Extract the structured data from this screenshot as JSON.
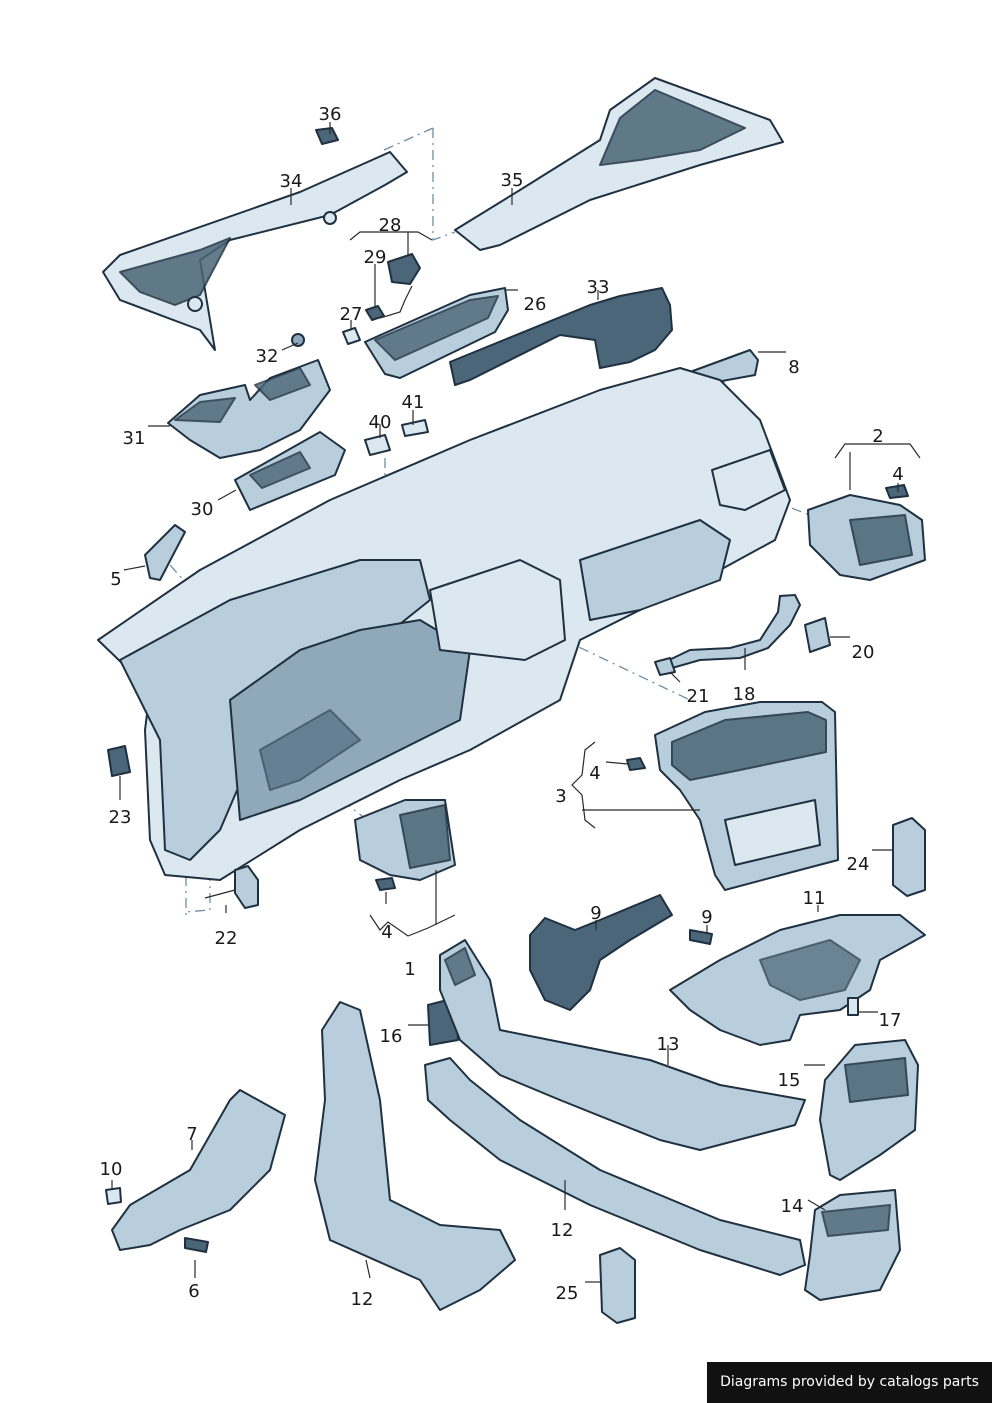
{
  "diagram": {
    "callouts": [
      "1",
      "2",
      "3",
      "4",
      "4",
      "4",
      "5",
      "6",
      "7",
      "8",
      "9",
      "9",
      "10",
      "11",
      "12",
      "13",
      "14",
      "15",
      "16",
      "17",
      "18",
      "20",
      "21",
      "22",
      "23",
      "24",
      "25",
      "25",
      "26",
      "27",
      "28",
      "29",
      "30",
      "31",
      "32",
      "33",
      "34",
      "35",
      "36",
      "40",
      "41"
    ]
  },
  "footer": {
    "text": "Diagrams provided by catalogs parts"
  }
}
